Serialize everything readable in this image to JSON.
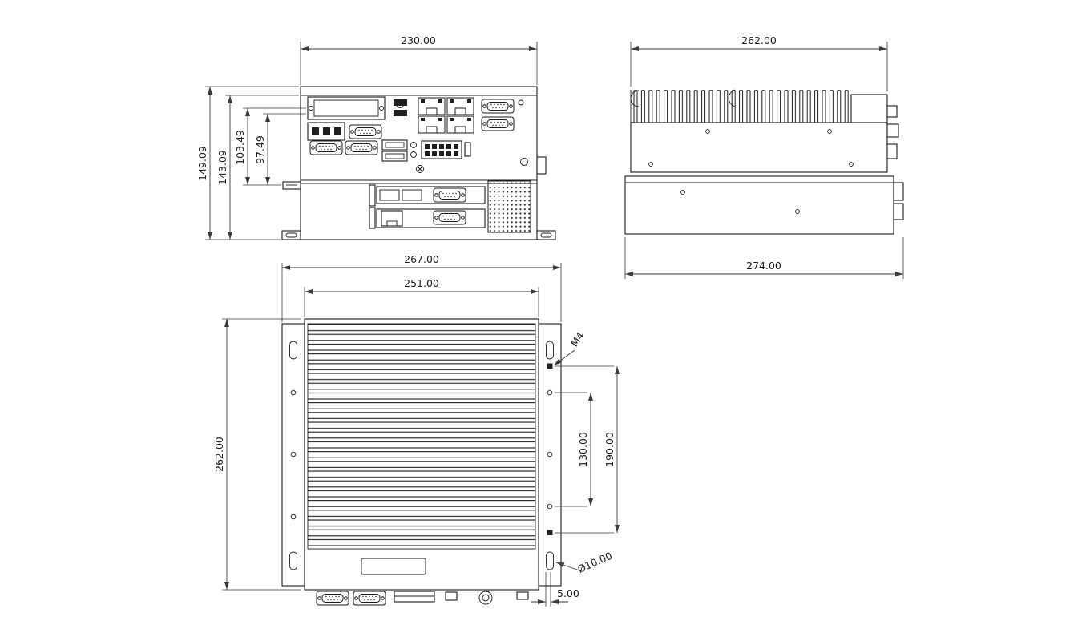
{
  "front_view": {
    "dims": {
      "width": "230.00",
      "height_total": "149.09",
      "height_body": "143.09",
      "height_upper1": "103.49",
      "height_upper2": "97.49"
    }
  },
  "side_view": {
    "dims": {
      "width_top": "262.00",
      "width_bottom": "274.00"
    }
  },
  "top_view": {
    "dims": {
      "width_outer": "267.00",
      "width_inner": "251.00",
      "height": "262.00",
      "mount_span_inner": "130.00",
      "mount_span_outer": "190.00",
      "edge_offset": "5.00"
    },
    "labels": {
      "thread": "M4",
      "hole_diameter": "Ø10.00"
    }
  }
}
